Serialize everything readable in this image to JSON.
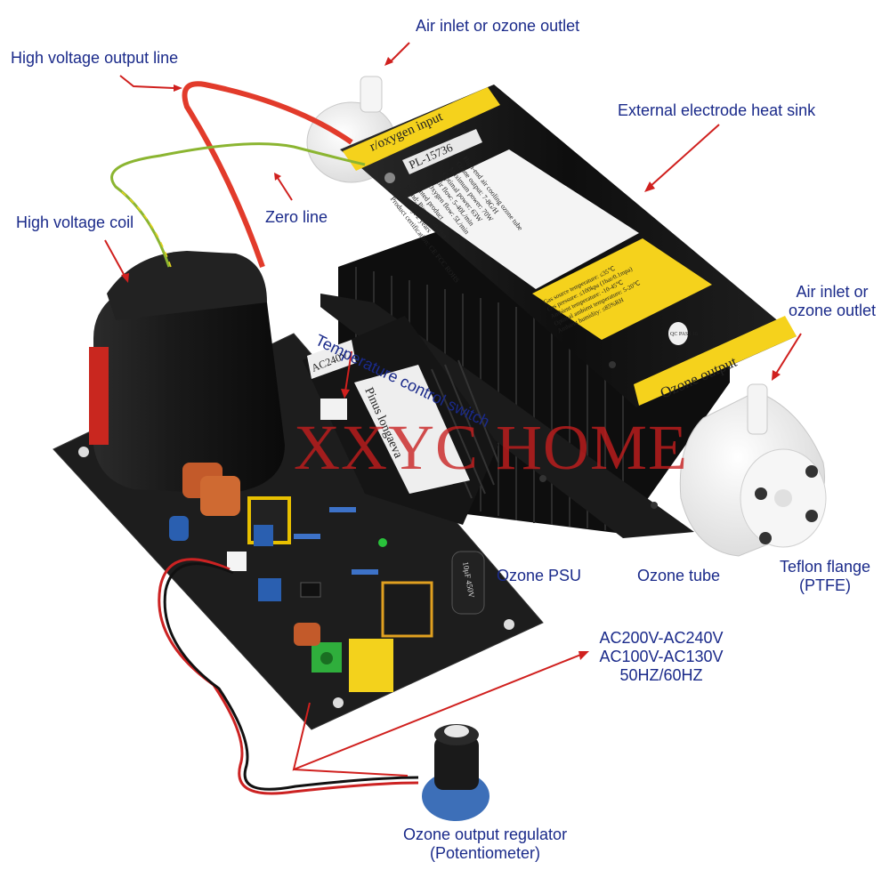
{
  "labels": {
    "hv_output_line": "High voltage output line",
    "air_inlet_top": "Air inlet or ozone outlet",
    "heat_sink": "External electrode heat sink",
    "zero_line": "Zero line",
    "hv_coil": "High voltage coil",
    "temp_switch": "Temperature control switch",
    "air_inlet_right_line1": "Air inlet or",
    "air_inlet_right_line2": "ozone outlet",
    "ozone_psu": "Ozone PSU",
    "ozone_tube": "Ozone tube",
    "teflon_line1": "Teflon flange",
    "teflon_line2": "(PTFE)",
    "voltage_line1": "AC200V-AC240V",
    "voltage_line2": "AC100V-AC130V",
    "voltage_line3": "50HZ/60HZ",
    "regulator_line1": "Ozone output regulator",
    "regulator_line2": "(Potentiometer)"
  },
  "tube": {
    "top_strip": "r/oxygen input",
    "model": "PL-15736",
    "bottom_strip": "Ozone output",
    "qc": "QC PASS 16",
    "spec_lines": [
      "High-end air cooling ozone tube",
      "Ozone output: 7-8G/H",
      "Maximum power: 70W",
      "Optimal power: 63W",
      "Air flow: 5-40L/min",
      "Oxygen flow: 5L/min"
    ],
    "info_lines": [
      "Patented product",
      "Brand: Pinus longaeva",
      "Warranty: 2 years",
      "Product certification: CE FCC ROHS"
    ],
    "condition_lines": [
      "Gas source temperature: ≤35℃",
      "Gas pressure: ≤100kpa (1bar/0.1mpa)",
      "Ambient temperature: -10-45℃",
      "Optimal ambient temperature: 5-20℃",
      "Ambient humidity: ≤85%RH"
    ]
  },
  "psu": {
    "voltage_badge": "AC240V",
    "brand": "Pinus longaeva",
    "cap_label": "10μF 450V"
  },
  "watermark": "XXYC HOME",
  "colors": {
    "label_text": "#1a2a8a",
    "arrow": "#d0201e",
    "yellow_strip": "#f5d21c",
    "heatsink": "#141414",
    "pcb": "#1d1d1d",
    "teflon": "#f2f2f2"
  }
}
